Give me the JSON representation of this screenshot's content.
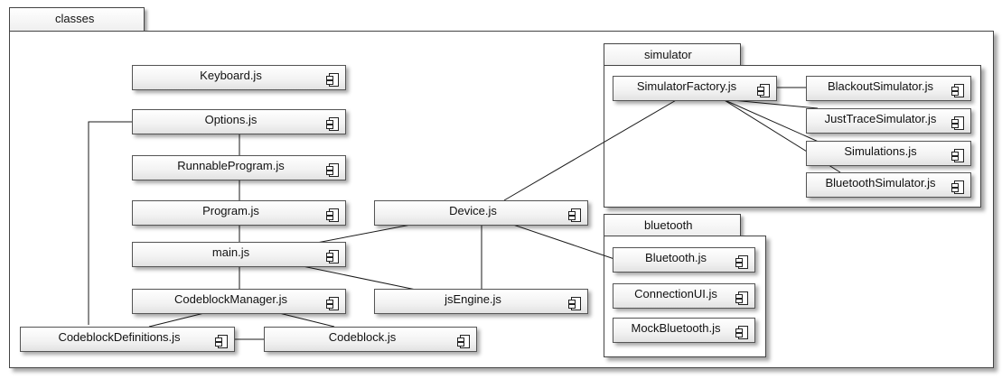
{
  "packages": {
    "classes": "classes",
    "simulator": "simulator",
    "bluetooth": "bluetooth"
  },
  "components": {
    "keyboard": "Keyboard.js",
    "options": "Options.js",
    "runnable_program": "RunnableProgram.js",
    "program": "Program.js",
    "main": "main.js",
    "codeblock_manager": "CodeblockManager.js",
    "codeblock_definitions": "CodeblockDefinitions.js",
    "codeblock": "Codeblock.js",
    "device": "Device.js",
    "js_engine": "jsEngine.js",
    "simulator_factory": "SimulatorFactory.js",
    "blackout_simulator": "BlackoutSimulator.js",
    "just_trace_simulator": "JustTraceSimulator.js",
    "simulations": "Simulations.js",
    "bluetooth_simulator": "BluetoothSimulator.js",
    "bluetooth": "Bluetooth.js",
    "connection_ui": "ConnectionUI.js",
    "mock_bluetooth": "MockBluetooth.js"
  },
  "icons": {
    "component": "uml-component-icon"
  },
  "colors": {
    "line": "#1a1a1a",
    "border": "#444444",
    "background": "#ffffff"
  }
}
